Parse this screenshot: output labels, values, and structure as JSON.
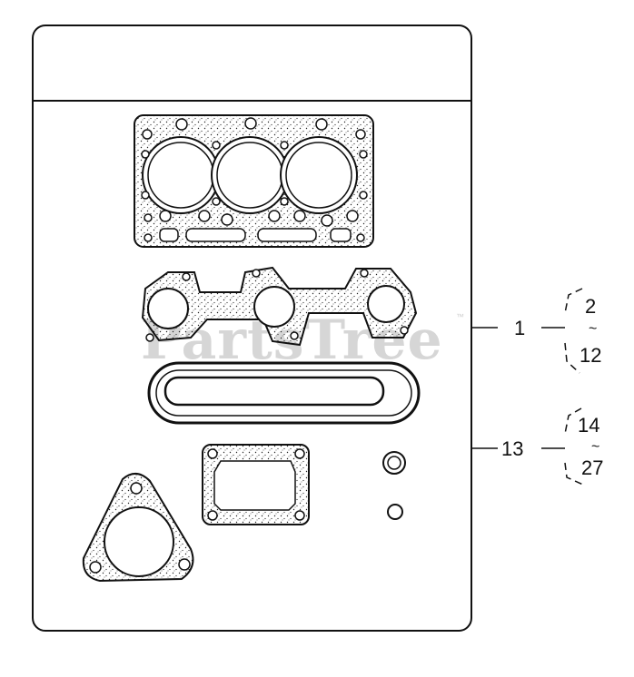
{
  "watermark": {
    "text": "PartsTree",
    "trademark": "™"
  },
  "callouts": [
    {
      "ref": "1",
      "range_from": "2",
      "range_to": "12"
    },
    {
      "ref": "13",
      "range_from": "14",
      "range_to": "27"
    }
  ],
  "range_separator": "~",
  "colors": {
    "line": "#111111",
    "watermark": "#d6d6d6"
  }
}
